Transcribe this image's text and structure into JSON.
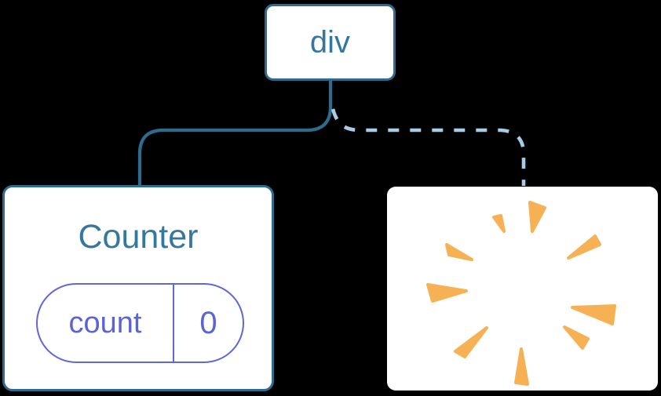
{
  "tree": {
    "root": {
      "label": "div"
    },
    "counter": {
      "title": "Counter",
      "state": {
        "key": "count",
        "value": "0"
      }
    },
    "removed": {
      "icon": "poof-burst-icon"
    }
  },
  "colors": {
    "background": "#000000",
    "card": "#ffffff",
    "line": "#2d6c8e",
    "heading": "#35789e",
    "dashed_line": "#a8cce4",
    "purple": "#6166d8",
    "purple_text": "#5c63d4",
    "orange": "#f7b155"
  }
}
